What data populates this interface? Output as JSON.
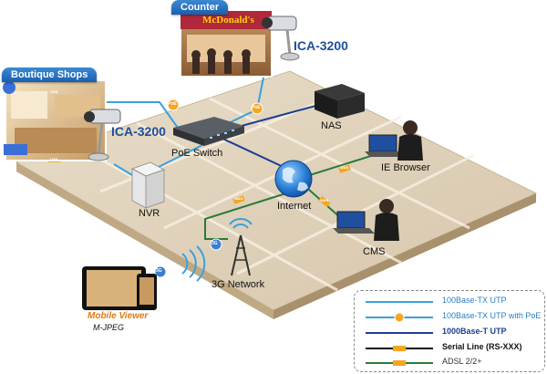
{
  "tags": {
    "counter": "Counter",
    "boutique": "Boutique Shops"
  },
  "store_sign": "McDonald's",
  "devices": {
    "camera_counter": "ICA-3200",
    "camera_boutique": "ICA-3200",
    "poe_switch": "PoE Switch",
    "nas": "NAS",
    "nvr": "NVR",
    "internet": "Internet",
    "ie_browser": "IE Browser",
    "cms": "CMS",
    "network_3g": "3G Network",
    "mobile_viewer": "Mobile Viewer",
    "mobile_format": "M-JPEG"
  },
  "line_badges": {
    "poe": "PoE",
    "usb": "USB",
    "wan": "WAN",
    "g3": "3G"
  },
  "legend": [
    {
      "label": "100Base-TX UTP",
      "color": "#3aa0dc",
      "style": "line",
      "text_color": "#2a7fc4"
    },
    {
      "label": "100Base-TX UTP with PoE",
      "color": "#3aa0dc",
      "style": "badge",
      "text_color": "#2a7fc4"
    },
    {
      "label": "1000Base-T UTP",
      "color": "#1c3f8f",
      "style": "line",
      "text_color": "#1c3f8f"
    },
    {
      "label": "Serial Line (RS-XXX)",
      "color": "#111111",
      "style": "badge",
      "text_color": "#111111"
    },
    {
      "label": "ADSL 2/2+",
      "color": "#2a7a3a",
      "style": "badge",
      "text_color": "#333333"
    }
  ]
}
